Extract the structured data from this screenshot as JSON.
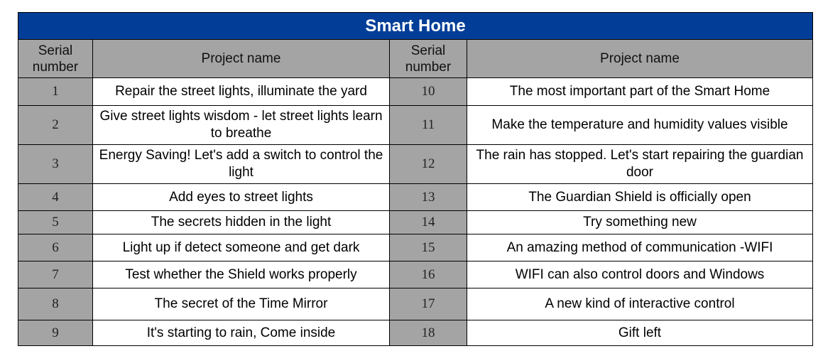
{
  "table": {
    "title": "Smart Home",
    "headers": [
      "Serial number",
      "Project name",
      "Serial number",
      "Project name"
    ],
    "rows": [
      {
        "left": {
          "num": "1",
          "name": "Repair the street lights, illuminate the yard"
        },
        "right": {
          "num": "10",
          "name": "The most important part of the Smart Home"
        }
      },
      {
        "left": {
          "num": "2",
          "name": "Give street lights wisdom - let street lights learn to breathe"
        },
        "right": {
          "num": "11",
          "name": "Make the temperature and humidity values visible"
        }
      },
      {
        "left": {
          "num": "3",
          "name": "Energy Saving! Let's add a switch to control the light"
        },
        "right": {
          "num": "12",
          "name": "The rain has stopped. Let's start repairing the guardian door"
        }
      },
      {
        "left": {
          "num": "4",
          "name": "Add eyes to street lights"
        },
        "right": {
          "num": "13",
          "name": "The Guardian Shield is officially open"
        }
      },
      {
        "left": {
          "num": "5",
          "name": "The secrets hidden in the light"
        },
        "right": {
          "num": "14",
          "name": "Try something new"
        }
      },
      {
        "left": {
          "num": "6",
          "name": "Light up if detect someone and get dark"
        },
        "right": {
          "num": "15",
          "name": "An amazing method of communication -WIFI"
        }
      },
      {
        "left": {
          "num": "7",
          "name": "Test whether the Shield works properly"
        },
        "right": {
          "num": "16",
          "name": "WIFI can also control doors and Windows"
        }
      },
      {
        "left": {
          "num": "8",
          "name": "The secret of the Time Mirror"
        },
        "right": {
          "num": "17",
          "name": "A new kind of interactive control"
        }
      },
      {
        "left": {
          "num": "9",
          "name": "It's starting to rain, Come inside"
        },
        "right": {
          "num": "18",
          "name": "Gift left"
        }
      }
    ]
  }
}
